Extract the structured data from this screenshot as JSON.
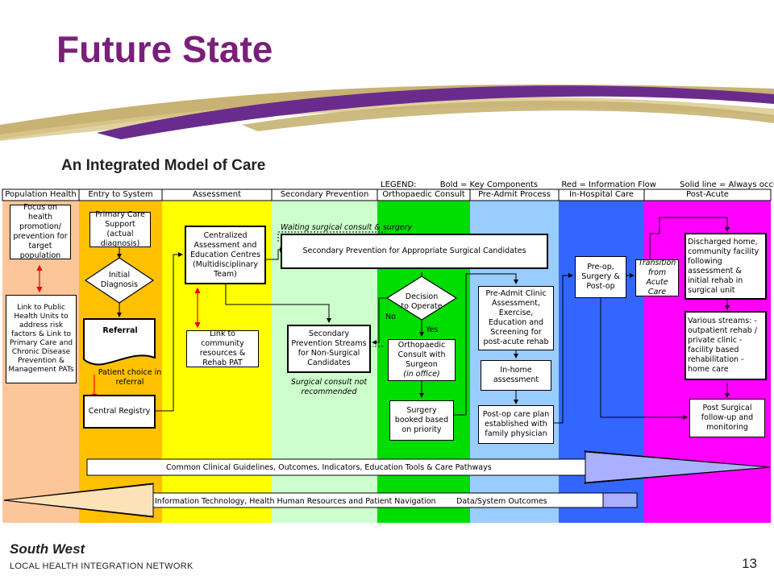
{
  "title": "Future State",
  "subtitle": "An Integrated Model of Care",
  "legend": {
    "label": "LEGEND:",
    "bold": "Bold = Key Components",
    "red": "Red = Information Flow",
    "solid": "Solid line = Always occurs"
  },
  "columns": [
    {
      "header": "Population Health",
      "color": "#fdc59a"
    },
    {
      "header": "Entry to System",
      "color": "#ffc000"
    },
    {
      "header": "Assessment",
      "color": "#ffff00"
    },
    {
      "header": "Secondary Prevention",
      "color": "#ccffcc"
    },
    {
      "header": "Orthopaedic Consult",
      "color": "#00dd00"
    },
    {
      "header": "Pre-Admit Process",
      "color": "#99ccff"
    },
    {
      "header": "In-Hospital Care",
      "color": "#3366ff"
    },
    {
      "header": "Post-Acute",
      "color": "#ff00ff"
    }
  ],
  "boxes": {
    "focus": "Focus on health promotion/ prevention for target population",
    "link_public": "Link to Public Health Units to address risk factors & Link to Primary Care and Chronic Disease Prevention & Management PATs",
    "primary_care": "Primary Care Support (actual diagnosis)",
    "initial_diag": "Initial Diagnosis",
    "referral": "Referral",
    "patient_choice": "Patient choice in referral",
    "central_registry": "Central Registry",
    "centralized": "Centralized Assessment and Education Centres (Multidisciplinary Team)",
    "link_community": "Link to community resources & Rehab PAT",
    "waiting": "Waiting surgical consult & surgery",
    "sec_prev_appropriate": "Secondary Prevention for Appropriate Surgical Candidates",
    "sec_prev_streams": "Secondary Prevention Streams for Non-Surgical Candidates",
    "not_recommended": "Surgical consult not recommended",
    "decision": "Decision to Operate",
    "no": "No",
    "yes": "Yes",
    "ortho_consult": "Orthopaedic Consult with Surgeon",
    "in_office": "(in office)",
    "surgery_booked": "Surgery booked based on priority",
    "pre_admit_clinic": "Pre-Admit Clinic Assessment, Exercise, Education and Screening for post-acute rehab",
    "in_home": "In-home assessment",
    "post_op_plan": "Post-op care plan established with family physician",
    "pre_op": "Pre-op, Surgery & Post-op",
    "transition": "Transition from Acute Care",
    "discharged": "Discharged home, community facility following assessment & initial rehab in surgical unit",
    "various": "Various streams: - outpatient rehab / private clinic - facility based rehabilitation - home care",
    "post_surgical": "Post Surgical follow-up and monitoring"
  },
  "bands": {
    "common": "Common Clinical Guidelines, Outcomes, Indicators, Education Tools & Care Pathways",
    "it": "Information Technology, Health Human Resources and Patient Navigation",
    "data": "Data/System Outcomes"
  },
  "footer": {
    "org": "South West",
    "network": "LOCAL HEALTH INTEGRATION NETWORK",
    "page": "13"
  },
  "colors": {
    "title": "#7a1f7a",
    "swoosh_gold": "#c8b273",
    "swoosh_purple": "#6a2c8c",
    "arrow_fill": "#aab0ff"
  }
}
